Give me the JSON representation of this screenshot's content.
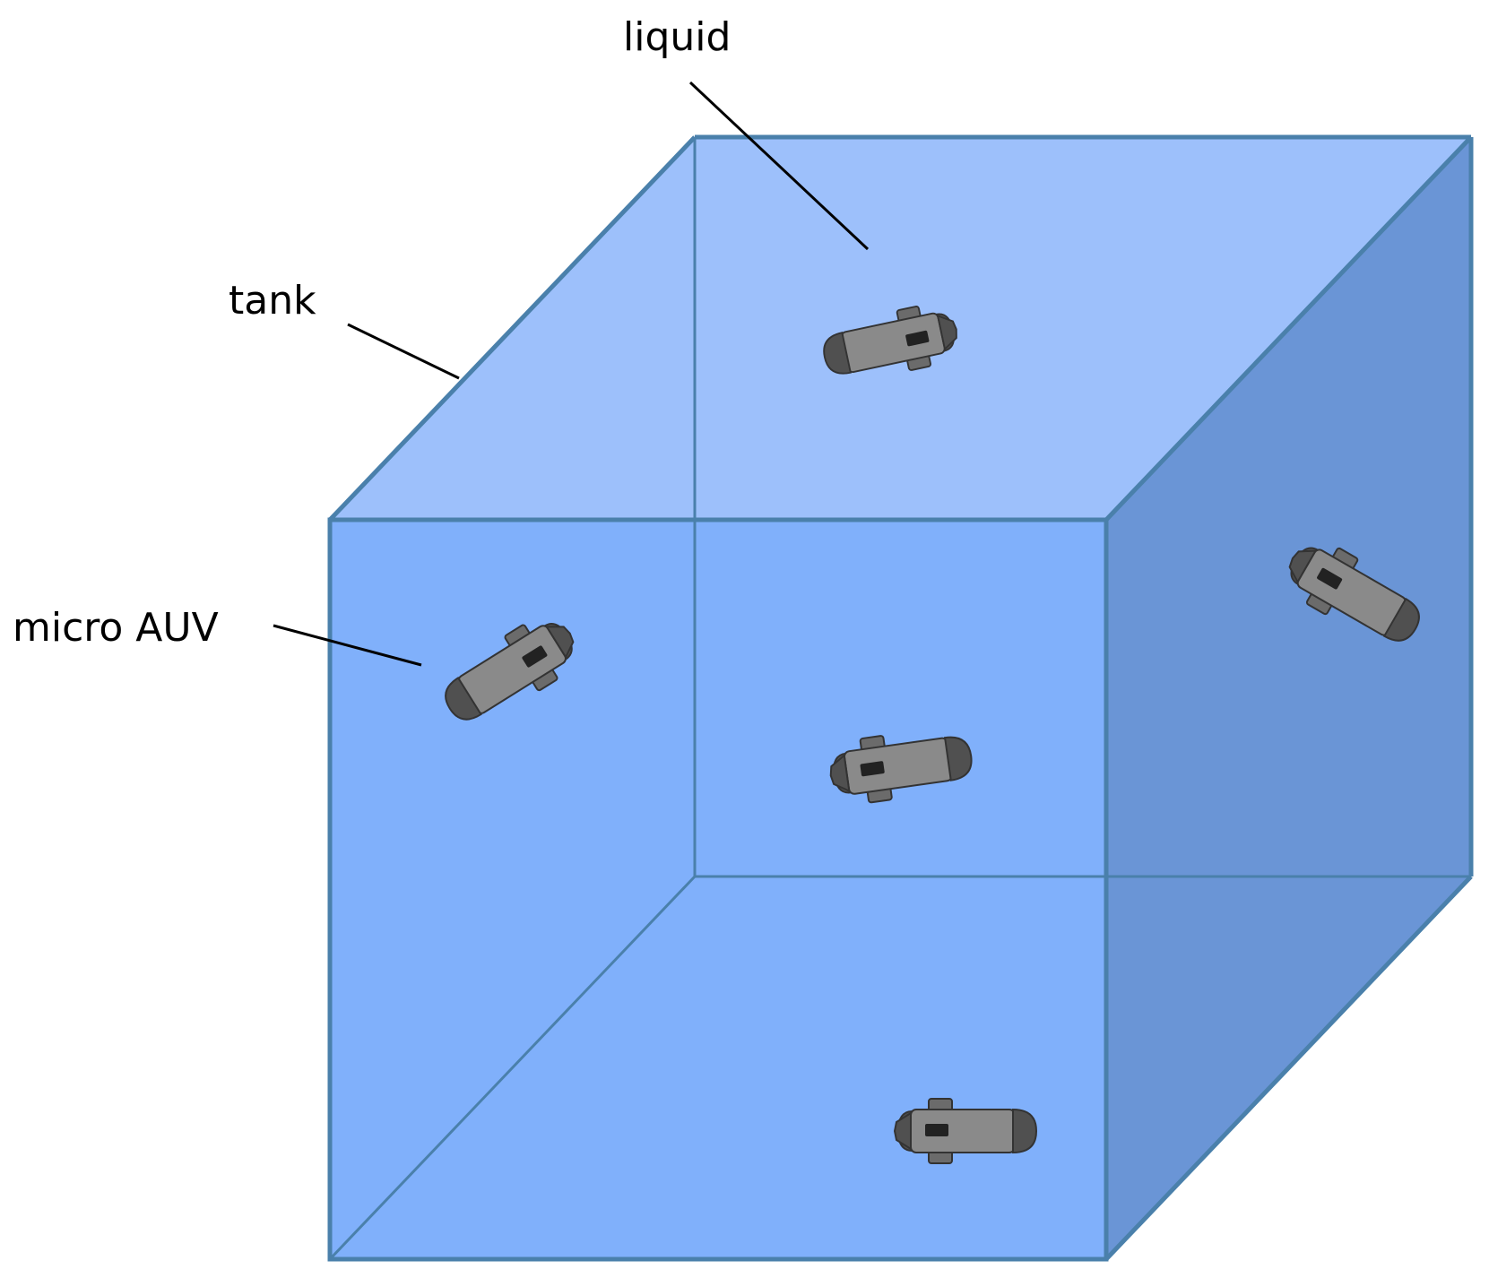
{
  "labels": {
    "liquid": "liquid",
    "tank": "tank",
    "micro_auv": "micro AUV"
  },
  "colors": {
    "front_face": "#80b0fb",
    "top_face": "#9dc0fb",
    "right_face": "#6a95d6",
    "edge": "#4a80ab",
    "auv_body": "#8a8a8a",
    "auv_dark": "#505050",
    "leader_line": "#000000"
  }
}
